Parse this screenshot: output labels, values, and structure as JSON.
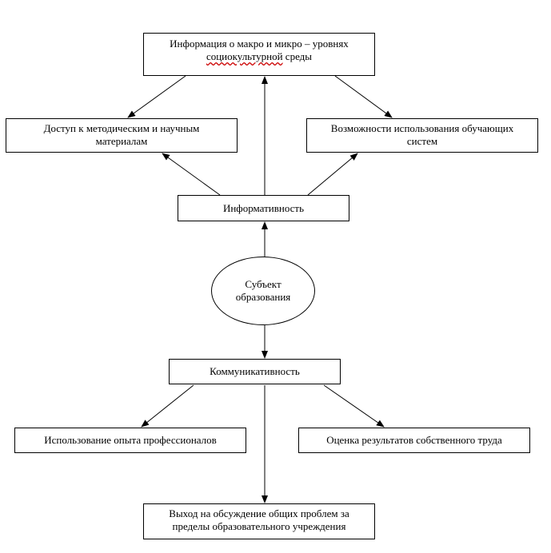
{
  "nodes": {
    "top": {
      "line1": "Информация о макро и микро – уровнях",
      "line2_word": "социокультурной",
      "line2_rest": " среды"
    },
    "access": {
      "line1": "Доступ к методическим и научным",
      "line2": "материалам"
    },
    "systems": {
      "line1": "Возможности использования обучающих",
      "line2": "систем"
    },
    "informativeness": "Информативность",
    "subject": {
      "line1": "Субъект",
      "line2": "образования"
    },
    "communicativeness": "Коммуникативность",
    "experience": "Использование опыта профессионалов",
    "evaluation": "Оценка результатов собственного труда",
    "exit": {
      "line1": "Выход на обсуждение общих проблем за",
      "line2": "пределы образовательного  учреждения"
    }
  },
  "colors": {
    "line": "#000000",
    "spellcheck_underline": "#cc0000"
  }
}
